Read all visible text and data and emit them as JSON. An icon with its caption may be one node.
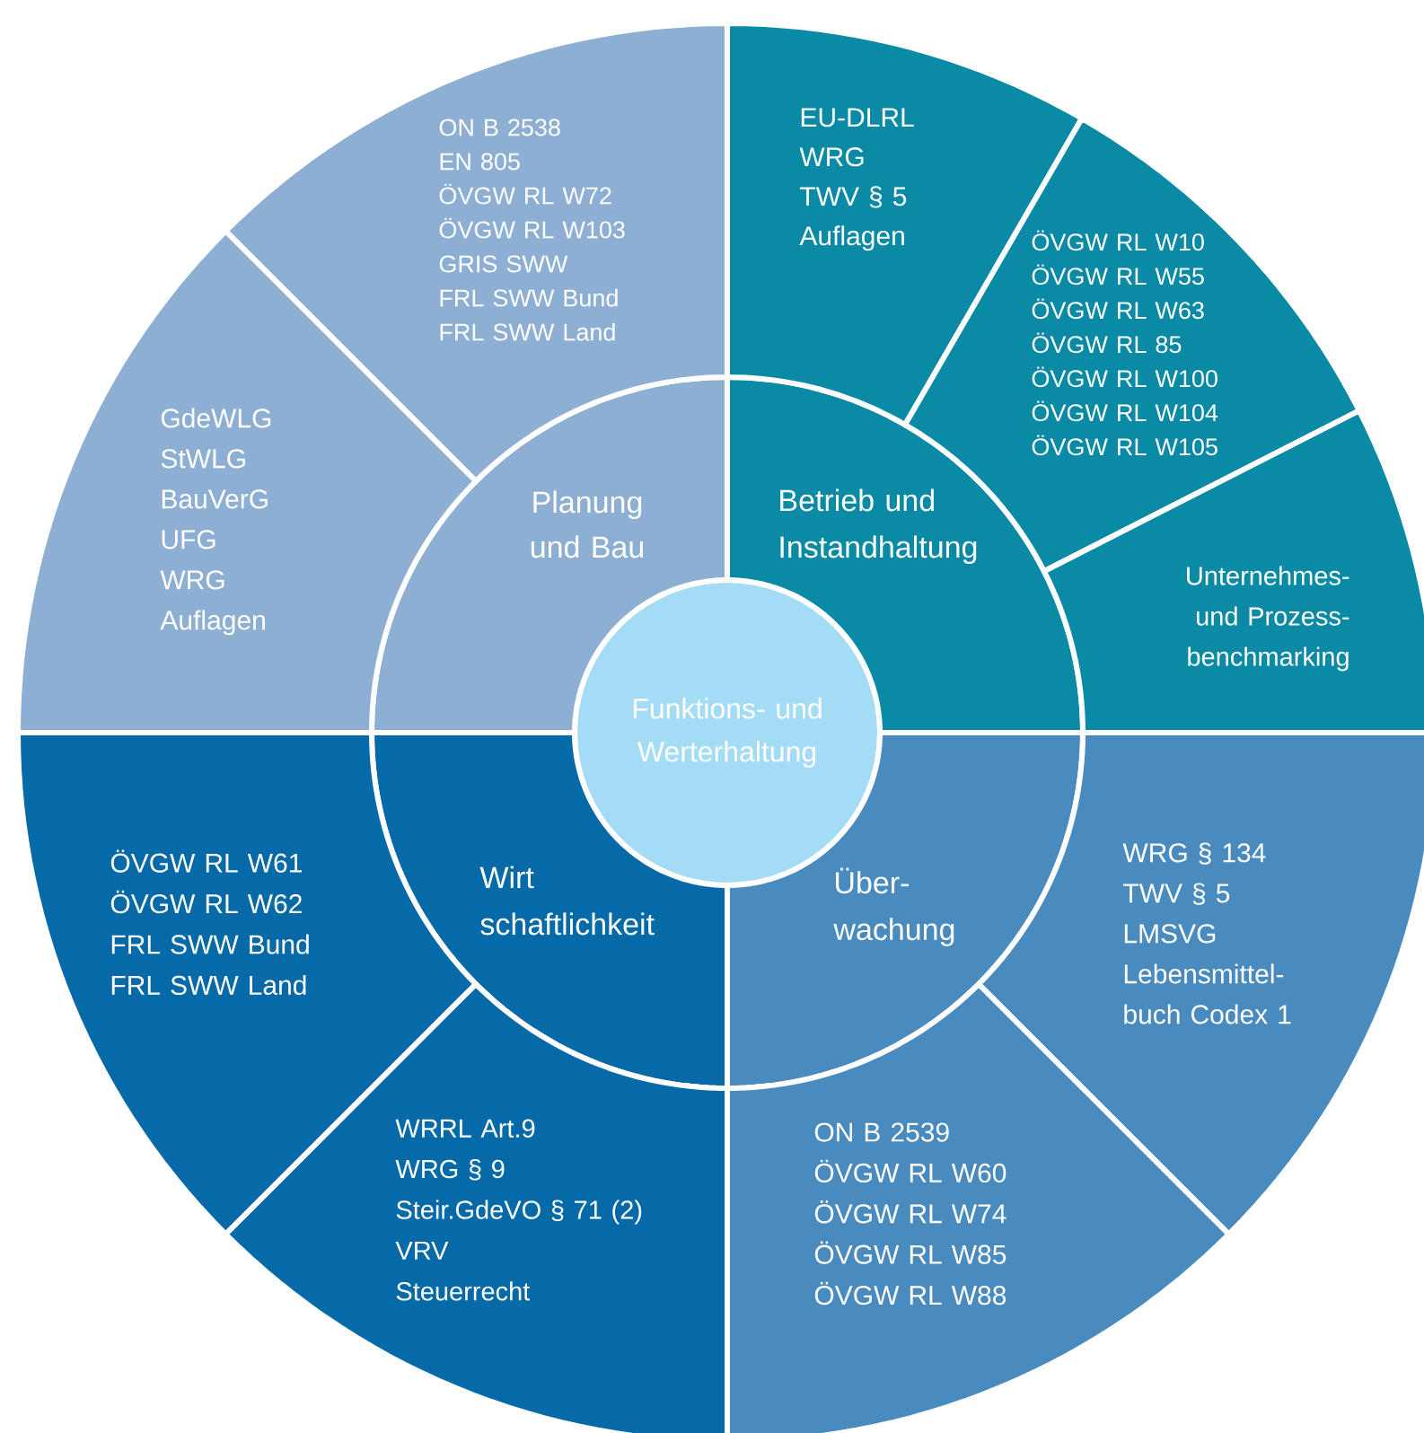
{
  "diagram": {
    "nodes": [
      {
        "text": [
          "Funktions- und Werterhaltung"
        ]
      },
      {
        "text": [
          "Planung und Bau"
        ]
      },
      {
        "text": [
          "Betrieb und Instandhaltung"
        ]
      },
      {
        "text": [
          "Wirt schaftlichkeit"
        ]
      },
      {
        "text": [
          "Über- wachung"
        ]
      },
      {
        "text": [
          "ON B 2538",
          "EN 805",
          "ÖVGW RL W72",
          "ÖVGW RL W103",
          "GRIS SWW",
          "FRL SWW Bund",
          "FRL SWW Land"
        ]
      },
      {
        "text": [
          "GdeWLG",
          "StWLG",
          "BauVerG",
          "UFG",
          "WRG",
          "Auflagen"
        ]
      },
      {
        "text": [
          "EU-DLRL",
          "WRG",
          "TWV § 5",
          "Auflagen"
        ]
      },
      {
        "text": [
          "ÖVGW RL W10",
          "ÖVGW RL W55",
          "ÖVGW RL W63",
          "ÖVGW RL 85",
          "ÖVGW RL W100",
          "ÖVGW RL W104",
          "ÖVGW RL W105"
        ]
      },
      {
        "text": [
          "Unternehmes- und Prozess- benchmarking"
        ]
      },
      {
        "text": [
          "ÖVGW RL W61",
          "ÖVGW RL W62",
          "FRL SWW Bund",
          "FRL SWW Land"
        ]
      },
      {
        "text": [
          "WRRL Art.9",
          "WRG § 9",
          "Steir.GdeVO § 71 (2)",
          "VRV",
          "Steuerrecht"
        ]
      },
      {
        "text": [
          "WRG § 134",
          "TWV § 5",
          "LMSVG",
          "Lebensmittel- buch Codex 1"
        ]
      },
      {
        "text": [
          "ON B 2539",
          "ÖVGW RL W60",
          "ÖVGW RL W74",
          "ÖVGW RL W85",
          "ÖVGW RL W88"
        ]
      }
    ]
  }
}
